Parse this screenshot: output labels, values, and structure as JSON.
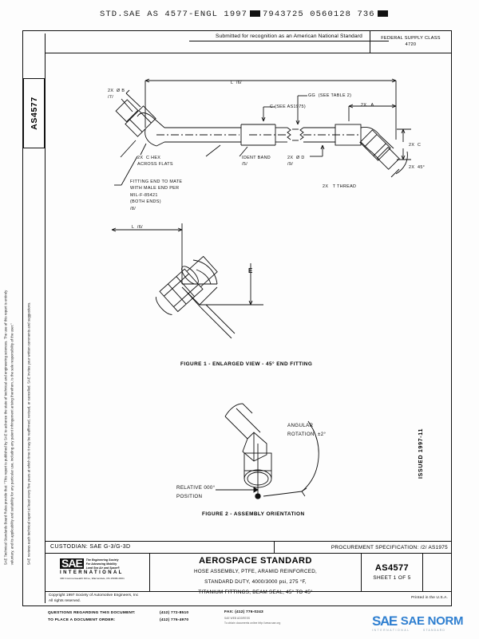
{
  "film_header": {
    "text_before": "STD.SAE AS 4577-ENGL 1997",
    "code": "7943725 0560128 736"
  },
  "banner": {
    "submitted": "Submitted for recognition as an American National Standard",
    "fsc_label": "FEDERAL SUPPLY CLASS",
    "fsc_value": "4720"
  },
  "side_tab": {
    "label": "AS4577"
  },
  "issued": {
    "label": "ISSUED 1997-11"
  },
  "disclaimer": {
    "lines": [
      "SAE Technical Standards Board Rules provide that: \"This report is published by SAE to advance the state of technical and engineering sciences. The use of this report is entirely",
      "voluntary, and its applicability and suitability for any particular use, including any patent infringement arising therefrom, is the sole responsibility of the user.\"",
      "SAE reviews each technical report at least every five years at which time it may be reaffirmed, revised, or cancelled. SAE invites your written comments and suggestions."
    ]
  },
  "figure_main": {
    "dim_L": "L  /6/",
    "label_2x_B": "2X  Ø B\n/7/",
    "label_gg": "GG  (SEE TABLE 2)",
    "label_c_as1975": "C (SEE AS1975)",
    "label_2x_A": "2X   A",
    "label_2x_hex": "2X  C HEX\nACROSS FLATS",
    "label_ident": "IDENT BAND\n/5/",
    "label_2x_d": "2X  Ø D\n/9/",
    "label_2x_c_right": "2X  C",
    "label_2x_45": "2X  45°",
    "label_thread": "2X   T THREAD",
    "label_fitting": "FITTING END TO MATE\nWITH MALE END PER\nMIL-F-85421\n(BOTH ENDS)\n/8/"
  },
  "figure1": {
    "dim_L": "L  /6/",
    "label_E": "E",
    "caption": "FIGURE 1 - ENLARGED VIEW - 45° END FITTING"
  },
  "figure2": {
    "label_angular": "ANGULAR\nROTATION  ±2°",
    "label_relative": "RELATIVE 000°\nPOSITION",
    "caption": "FIGURE 2 - ASSEMBLY ORIENTATION"
  },
  "title_block": {
    "custodian": "CUSTODIAN:  SAE G-3/G-3D",
    "procurement": "PROCUREMENT SPECIFICATION: /2/ AS1975",
    "logo_mark": "SAE",
    "logo_tagline": "The Engineering Society\nFor Advancing Mobility\nLand Sea Air and Space®",
    "logo_international": "INTERNATIONAL",
    "logo_address": "400 Commonwealth Drive, Warrendale, PA 15096-0001",
    "standard_title": "AEROSPACE STANDARD",
    "standard_subtitle_lines": [
      "HOSE ASSEMBLY, PTFE, ARAMID REINFORCED,",
      "STANDARD DUTY, 4000/3000 psi, 275 °F,",
      "TITANIUM FITTINGS, BEAM SEAL, 45° TO 45°"
    ],
    "doc_number": "AS4577",
    "sheet": "SHEET 1 OF 5",
    "copyright_lines": [
      "Copyright 1997 Society of Automotive Engineers, Inc",
      "All rights reserved."
    ],
    "printed": "Printed in the U.S.A."
  },
  "footer": {
    "questions_label": "QUESTIONS REGARDING THIS DOCUMENT:",
    "order_label": "TO PLACE A DOCUMENT ORDER:",
    "questions_phone": "(412) 772-8510",
    "order_phone": "(412) 776-4970",
    "fax_label": "FAX: (412) 776-0243",
    "fax_sub1": "SAE WEB ADDRESS",
    "fax_sub2": "To obtain documents online http://www.sae.org"
  },
  "watermark": {
    "mark": "SAE",
    "text": "SAE NORM",
    "sub_left": "INTERNATIONAL",
    "sub_right": "STANDARD"
  },
  "colors": {
    "ink": "#111111",
    "paper": "#fdfdfd",
    "watermark_blue": "#2f7fd0"
  }
}
